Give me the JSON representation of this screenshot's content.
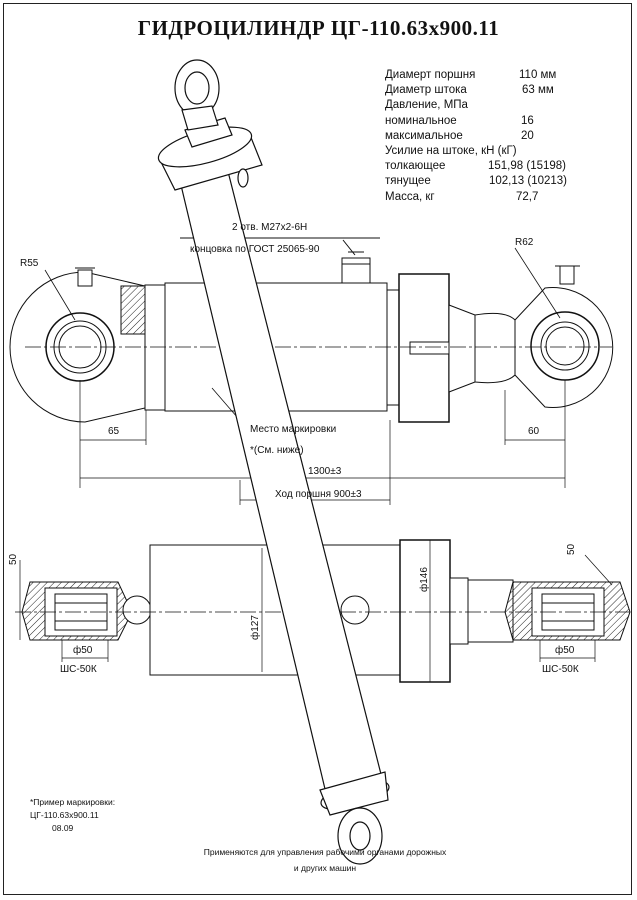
{
  "title": "ГИДРОЦИЛИНДР ЦГ-110.63х900.11",
  "specs": [
    {
      "label": "Диамерт поршня",
      "value": "110 мм"
    },
    {
      "label": "Диаметр штока",
      "value": "63 мм"
    },
    {
      "label": "Давление, МПа",
      "value": ""
    },
    {
      "label": "номинальное",
      "value": "16"
    },
    {
      "label": "максимальное",
      "value": "20"
    },
    {
      "label": "Усилие на штоке, кН (кГ)",
      "value": ""
    },
    {
      "label": "толкающее",
      "value": "151,98 (15198)"
    },
    {
      "label": "тянущее",
      "value": "102,13 (10213)"
    },
    {
      "label": "Масса, кг",
      "value": "72,7"
    }
  ],
  "drawing": {
    "ports_label": "2 отв. М27х2-6Н",
    "ports_standard": "концовка по ГОСТ 25065-90",
    "radius_left": "R55",
    "radius_right": "R62",
    "dim_left_65": "65",
    "dim_right_60": "60",
    "marking_place": "Место маркировки",
    "marking_ref": "*(См. ниже)",
    "length_total": "1300±3",
    "stroke": "Ход поршня 900±3",
    "dia_146": "ф146",
    "dia_127": "ф127",
    "dia_50_left": "ф50",
    "dia_50_right": "ф50",
    "bearing_left": "ШС-50К",
    "bearing_right": "ШС-50К",
    "width_50_left": "50",
    "width_50_right": "50"
  },
  "marking_example": {
    "heading": "*Пример маркировки:",
    "code": "ЦГ-110.63х900.11",
    "date": "08.09"
  },
  "footer": {
    "line1": "Применяются для управления рабочими органами дорожных",
    "line2": "и других машин"
  }
}
